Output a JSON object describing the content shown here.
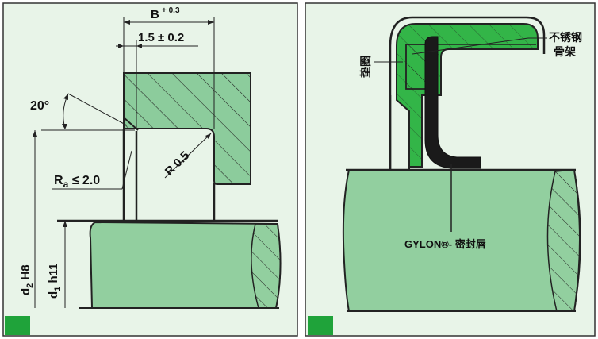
{
  "left_panel": {
    "dim_b_main": "B",
    "dim_b_tol": "+ 0.3",
    "dim_width": "1.5 ± 0.2",
    "angle": "20°",
    "radius": "R 0.5",
    "roughness_main": "R",
    "roughness_sub": "a",
    "roughness_rest": " ≤ 2.0",
    "d2_main": "d",
    "d2_sub": "2",
    "d2_rest": " H8",
    "d1_main": "d",
    "d1_sub": "1",
    "d1_rest": " h11"
  },
  "right_panel": {
    "label_stainless": "不锈钢",
    "label_frame": "骨架",
    "label_gasket": "垫圈",
    "label_lip": "GYLON®- 密封唇"
  },
  "colors": {
    "background": "#e8f4e8",
    "panel_border": "#333333",
    "housing_fill": "#8ccc9c",
    "shaft_fill": "#92cf9f",
    "gasket_fill": "#33b548",
    "lip_fill": "#1a1a1a",
    "corner_marker": "#1fa33a"
  }
}
